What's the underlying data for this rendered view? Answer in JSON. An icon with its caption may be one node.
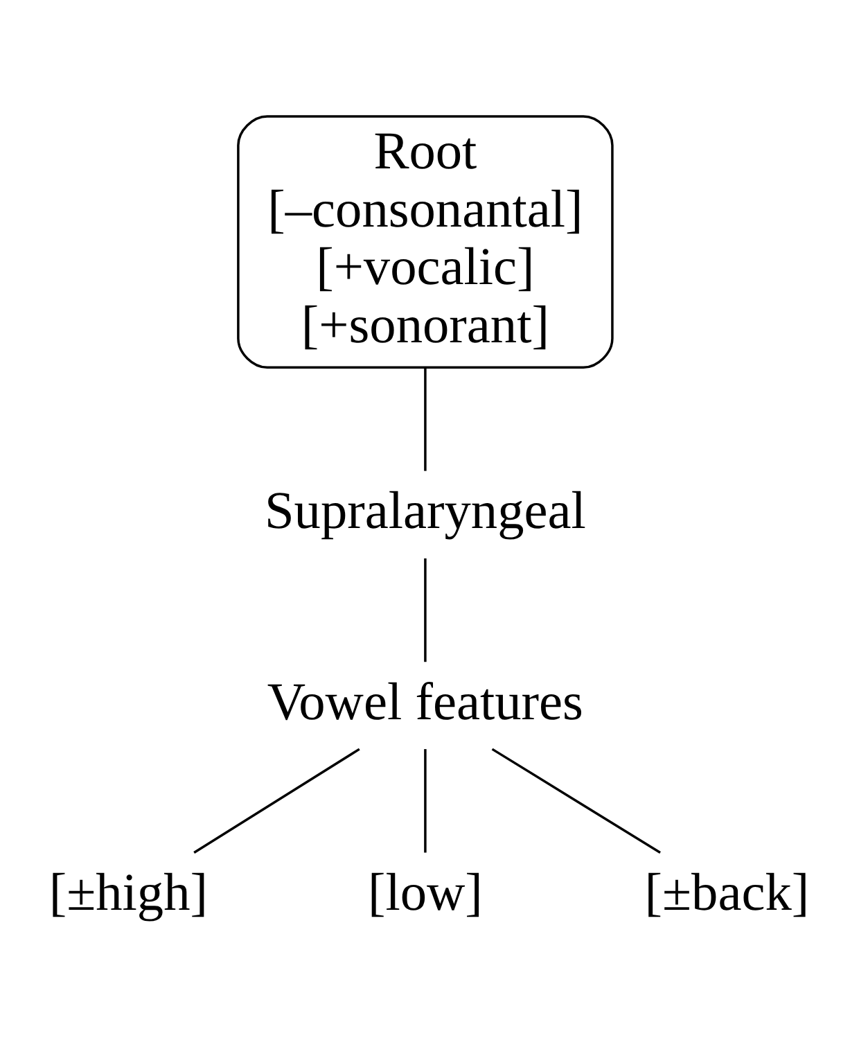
{
  "diagram": {
    "nodes": [
      {
        "text": [
          "Root",
          "[–consonantal]",
          "[+vocalic]",
          "[+sonorant]"
        ]
      },
      {
        "text": [
          "Supralaryngeal"
        ]
      },
      {
        "text": [
          "Vowel features"
        ]
      },
      {
        "text": [
          "[±high]"
        ]
      },
      {
        "text": [
          "[low]"
        ]
      },
      {
        "text": [
          "[±back]"
        ]
      }
    ],
    "edges": [
      {
        "from": 0,
        "to": 1,
        "arrow": "none"
      },
      {
        "from": 1,
        "to": 2,
        "arrow": "none"
      },
      {
        "from": 2,
        "to": 3,
        "arrow": "none"
      },
      {
        "from": 2,
        "to": 4,
        "arrow": "none"
      },
      {
        "from": 2,
        "to": 5,
        "arrow": "none"
      }
    ]
  }
}
